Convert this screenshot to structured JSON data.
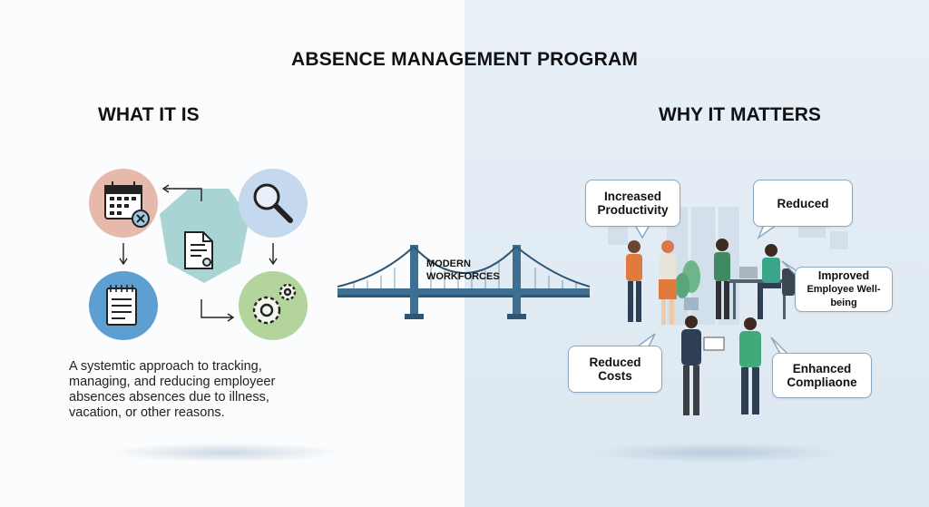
{
  "title": "ABSENCE MANAGEMENT PROGRAM",
  "left": {
    "heading": "WHAT IT IS",
    "description": "A systemtic approach to tracking, managing, and reducing employeer absences absences due to illness, vacation, or other reasons."
  },
  "bridge": {
    "line1": "MODERN",
    "line2": "WORKFORCES"
  },
  "right": {
    "heading": "WHY IT MATTERS",
    "bubbles": {
      "productivity": [
        "Increased",
        "Productivity"
      ],
      "reduced_top": [
        "Reduced"
      ],
      "wellbeing": [
        "Improved",
        "Employee Well-being"
      ],
      "costs": [
        "Reduced",
        "Costs"
      ],
      "compliance": [
        "Enhanced",
        "Compliaone"
      ]
    }
  },
  "icons": {
    "calendar": "calendar-x-icon",
    "search": "magnifier-icon",
    "document_center": "document-icon",
    "notepad": "notepad-icon",
    "gears": "gears-icon"
  },
  "colors": {
    "calendar_circle": "#e7b8ac",
    "search_circle": "#c5d9ee",
    "center_hex": "#9fcfcf",
    "notepad_circle": "#5d9fd0",
    "gears_circle": "#b3d59b",
    "bridge": "#3e6f90"
  }
}
